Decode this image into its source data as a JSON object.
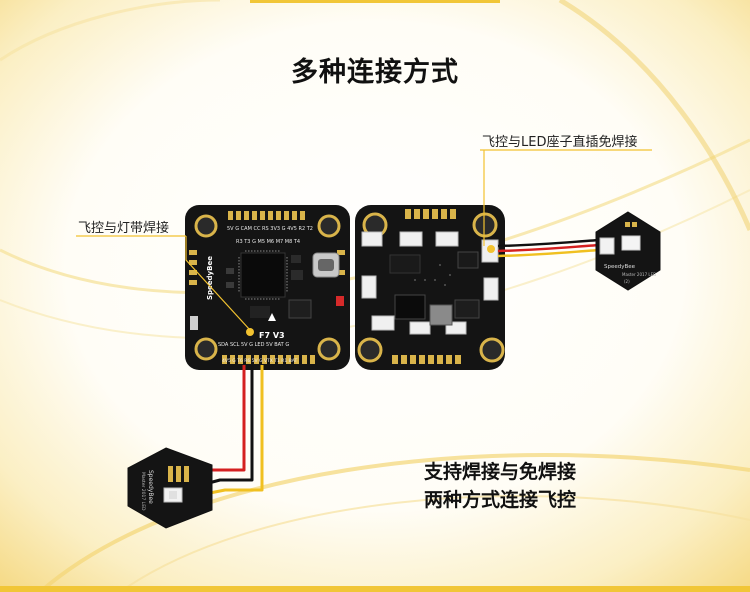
{
  "title": "多种连接方式",
  "callouts": {
    "solder": "飞控与灯带焊接",
    "plugin": "飞控与LED座子直插免焊接"
  },
  "tagline": {
    "line1": "支持焊接与免焊接",
    "line2": "两种方式连接飞控"
  },
  "board_fc": {
    "top_pins": "5V G CAM CC RS 3V3 G 4V5 R2 T2",
    "row2": "R3 T3 G M5 M6 M7 M8 T4",
    "bottom_pins": "SDA SCL 5V G LED 5V BAT G",
    "bottom_row2": "4V5 G T6 R6 5V G VTX T1 R1 BAT",
    "model": "F7 V3",
    "brand": "SpeedyBee"
  },
  "led_module": {
    "brand": "SpeedyBee",
    "label": "Master 2017 LED",
    "code": "(2)"
  },
  "colors": {
    "accent": "#f2c230",
    "wire_red": "#d42020",
    "wire_yellow": "#f0c020",
    "wire_black": "#111111",
    "board": "#141414",
    "pad_gold": "#d9b44a"
  }
}
